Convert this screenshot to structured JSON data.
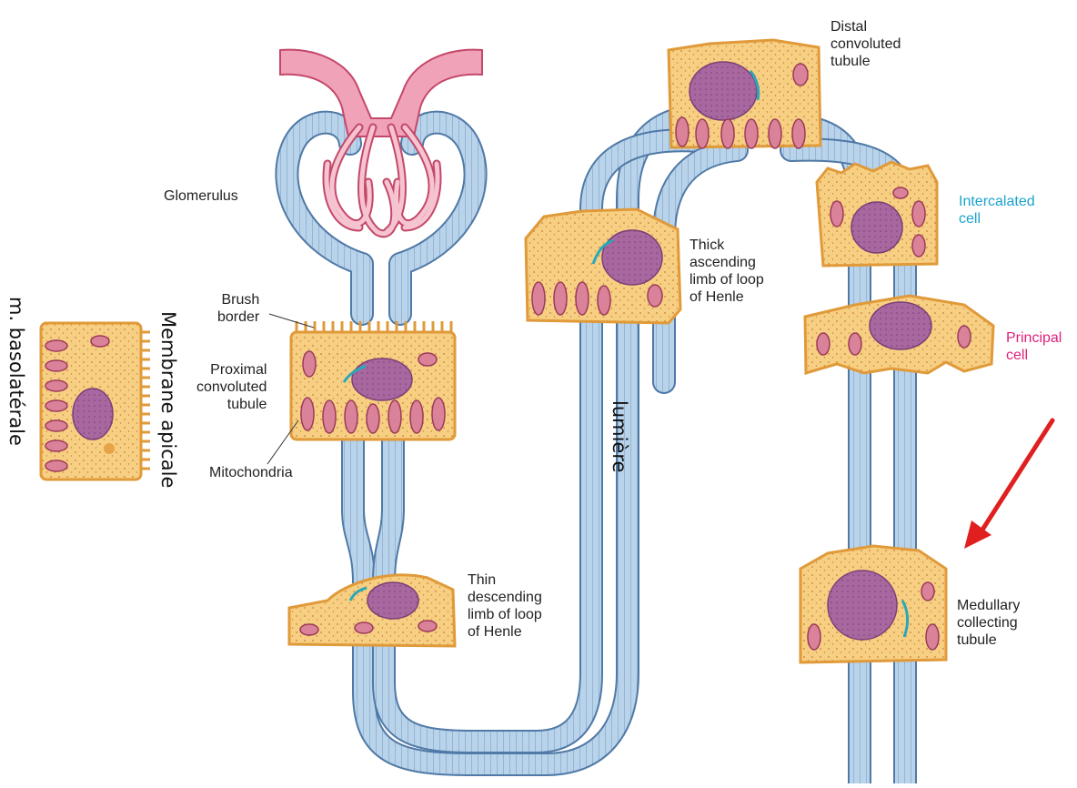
{
  "labels": {
    "glomerulus": "Glomerulus",
    "brush_border": [
      "Brush",
      "border"
    ],
    "pct": [
      "Proximal",
      "convoluted",
      "tubule"
    ],
    "mitochondria": "Mitochondria",
    "thin_descending": [
      "Thin",
      "descending",
      "limb of loop",
      "of Henle"
    ],
    "thick_ascending": [
      "Thick",
      "ascending",
      "limb of loop",
      "of Henle"
    ],
    "dct": [
      "Distal",
      "convoluted",
      "tubule"
    ],
    "intercalated": [
      "Intercalated",
      "cell"
    ],
    "principal": [
      "Principal",
      "cell"
    ],
    "medullary": [
      "Medullary",
      "collecting",
      "tubule"
    ],
    "lumiere": "lumière",
    "membrane_apicale": "Membrane apicale",
    "m_basolaterale": "m. basolatérale"
  },
  "colors": {
    "tubule_fill": "#b9d3ea",
    "tubule_stroke": "#4f79a6",
    "glomerulus_fill": "#f0a3b8",
    "glomerulus_stroke": "#c4486a",
    "cell_fill": "#f7cf82",
    "cell_stroke": "#e09a3a",
    "nucleus_fill": "#a8679f",
    "mito_fill": "#d98299",
    "intercalated_text": "#1aa3cc",
    "principal_text": "#e0207a",
    "arrow": "#e02020"
  }
}
